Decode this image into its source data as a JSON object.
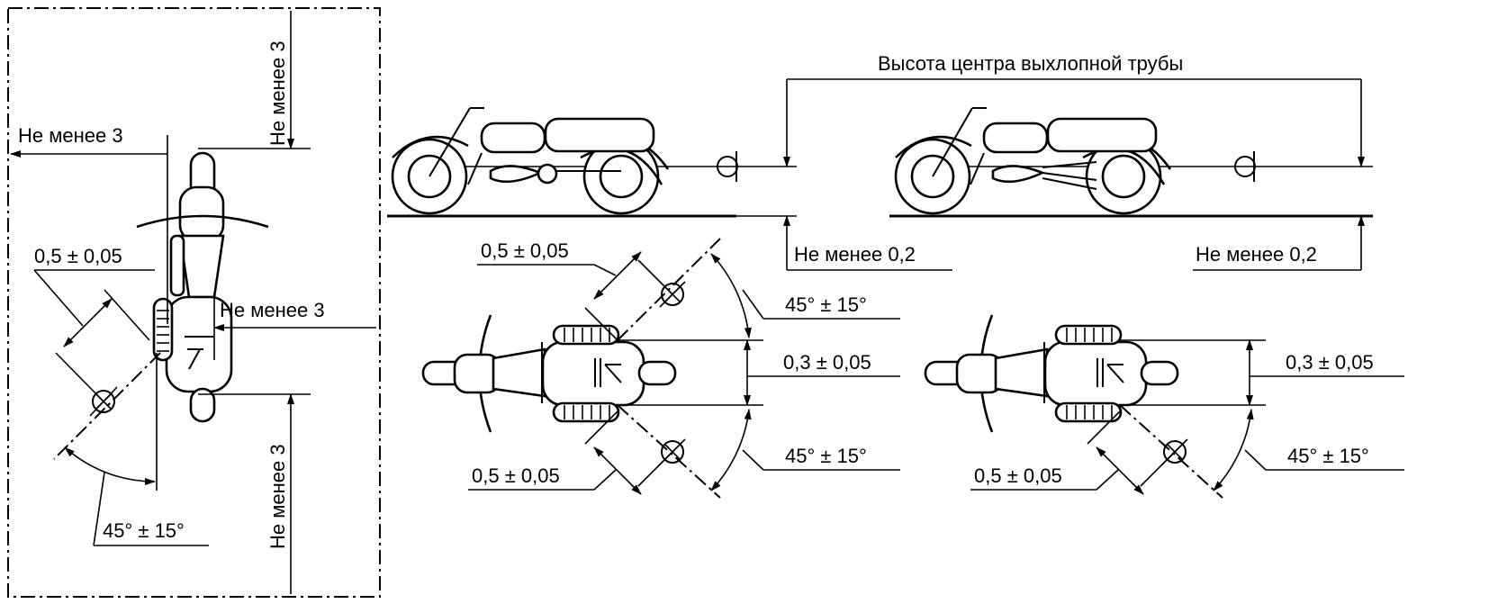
{
  "labels": {
    "min_3": "Не менее 3",
    "min_0_2": "Не менее 0,2",
    "tol_0_5": "0,5 ± 0,05",
    "tol_0_3": "0,3 ± 0,05",
    "angle_45": "45° ± 15°",
    "exhaust_height": "Высота центра выхлопной трубы"
  }
}
